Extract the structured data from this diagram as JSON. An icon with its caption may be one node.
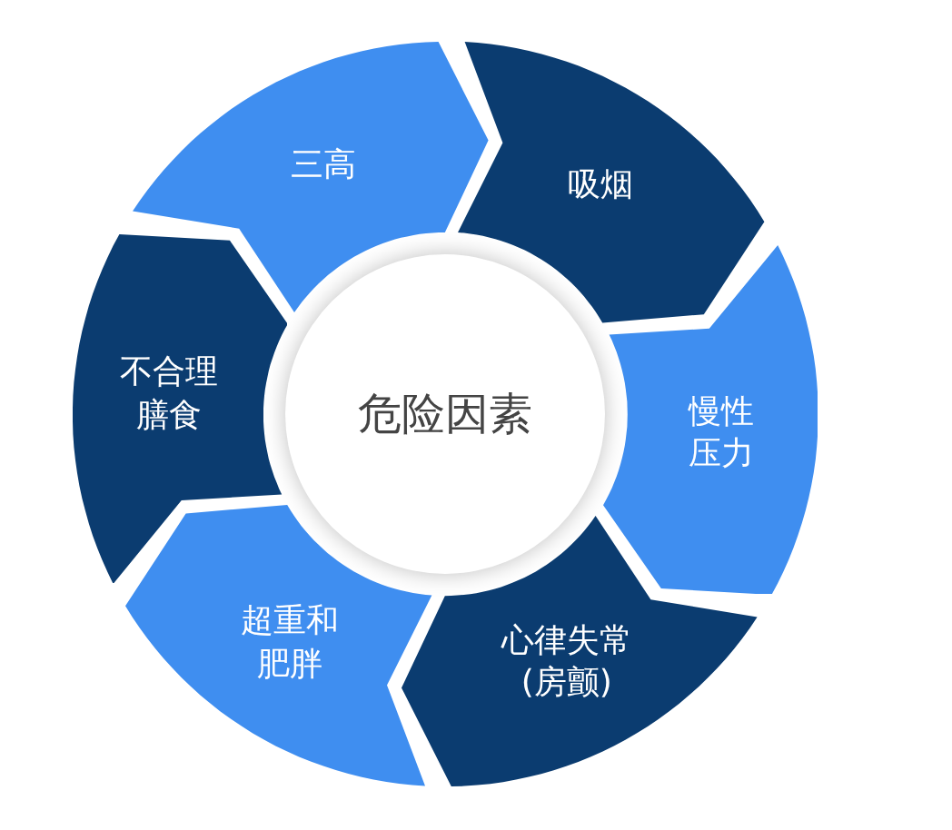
{
  "diagram": {
    "nodes": [
      {
        "text": [
          "三高"
        ]
      },
      {
        "text": [
          "吸烟"
        ]
      },
      {
        "text": [
          "不合理膳食"
        ]
      },
      {
        "text": [
          "危险因素"
        ]
      },
      {
        "text": [
          "慢性压力"
        ]
      },
      {
        "text": [
          "超重和肥胖"
        ]
      },
      {
        "text": [
          "心律失常(房颤)"
        ]
      }
    ]
  }
}
